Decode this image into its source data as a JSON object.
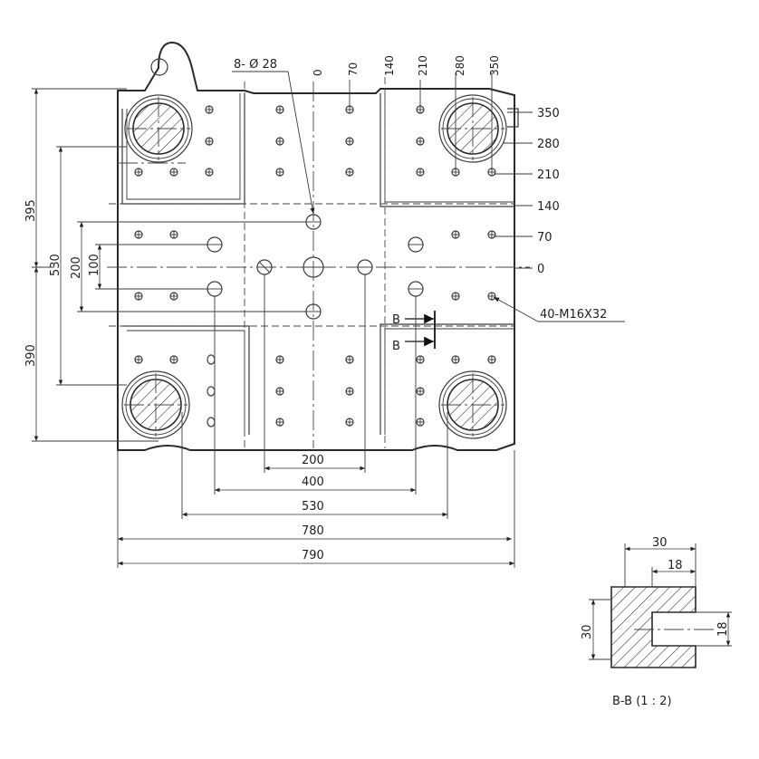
{
  "hole_callout": "8- Ø 28",
  "tap_callout": "40-M16X32",
  "section_marker": "B",
  "section_title": "B-B (1 : 2)",
  "top_scale": [
    "0",
    "70",
    "140",
    "210",
    "280",
    "350"
  ],
  "right_scale": [
    "350",
    "280",
    "210",
    "140",
    "70",
    "0"
  ],
  "left_dims": {
    "h395": "395",
    "h530": "530",
    "h390": "390",
    "h200": "200",
    "h100": "100"
  },
  "bottom_dims": {
    "w200": "200",
    "w400": "400",
    "w530": "530",
    "w780": "780",
    "w790": "790"
  },
  "section_dims": {
    "w30": "30",
    "w18": "18",
    "h30": "30",
    "h18": "18"
  }
}
